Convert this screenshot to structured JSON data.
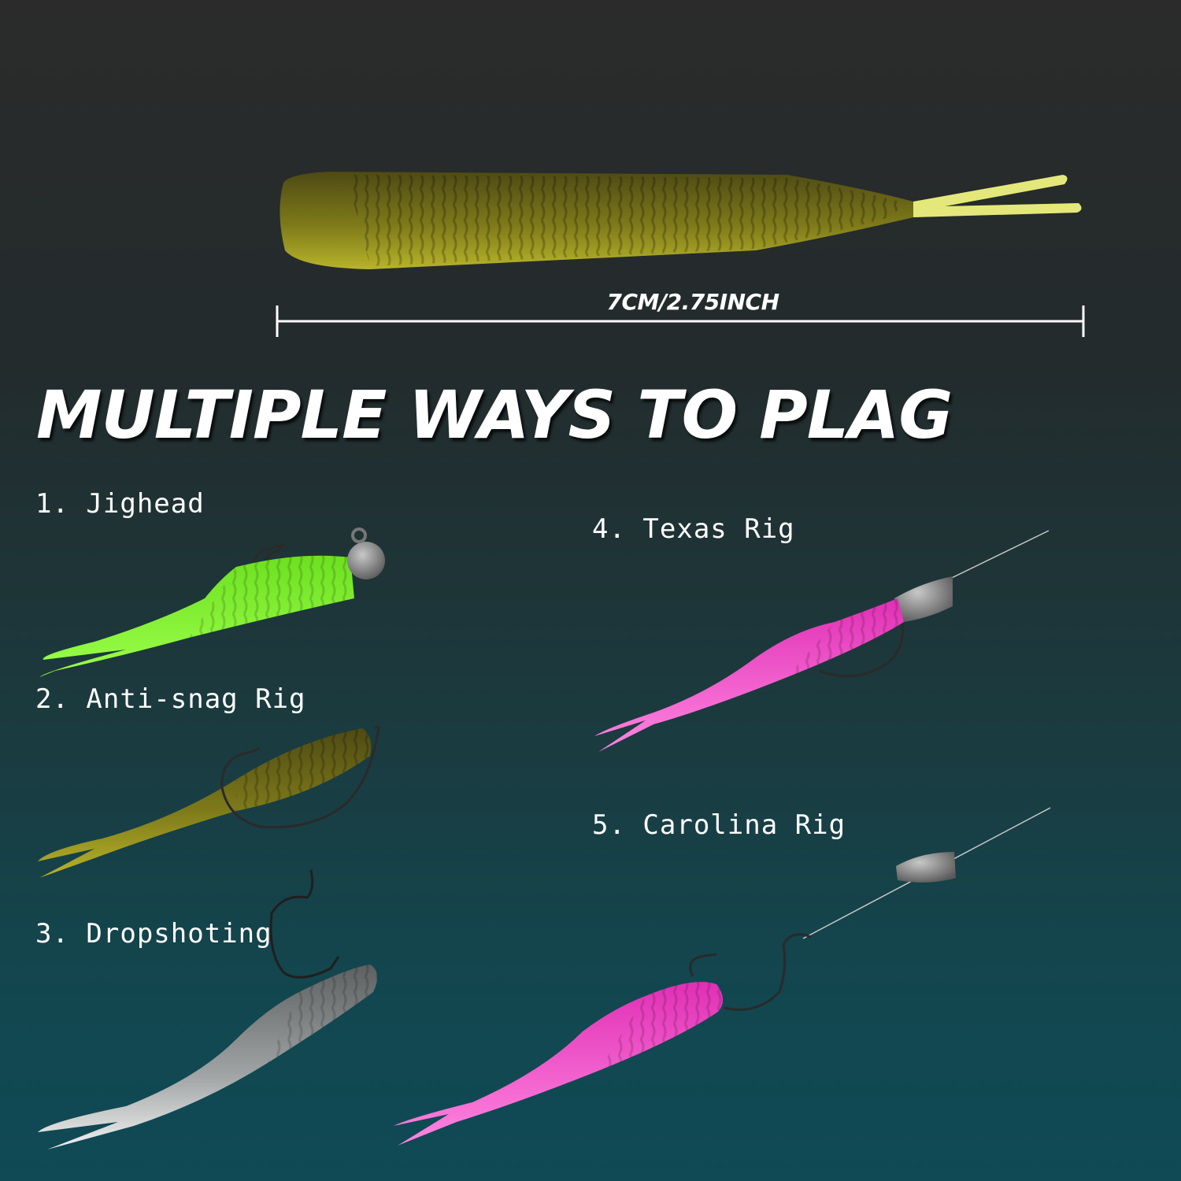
{
  "measurement": {
    "size_label": "7CM/2.75INCH"
  },
  "headline": "MULTIPLE WAYS TO PLAG",
  "rigs": [
    {
      "label": "1. Jighead"
    },
    {
      "label": "2. Anti-snag Rig"
    },
    {
      "label": "3. Dropshoting"
    },
    {
      "label": "4. Texas Rig"
    },
    {
      "label": "5. Carolina Rig"
    }
  ],
  "colors": {
    "background_top": "#2b2b2b",
    "background_bottom": "#0f4a55",
    "lure_olive": "#7a7a18",
    "lure_green": "#7cf02a",
    "lure_pink": "#f04cc6",
    "lure_silver": "#9aa0a0",
    "weight_gray": "#8a8a8a"
  }
}
